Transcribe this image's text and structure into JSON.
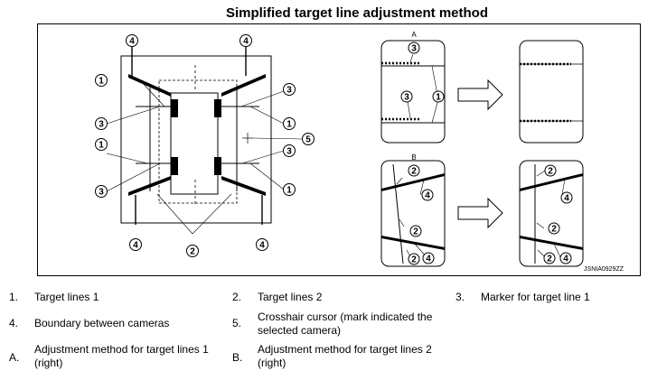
{
  "title": "Simplified target line adjustment method",
  "figure": {
    "id": "JSNIA0929ZZ",
    "panel_a_label": "A",
    "panel_b_label": "B",
    "callouts": {
      "n1": "1",
      "n2": "2",
      "n3": "3",
      "n4": "4",
      "n5": "5"
    }
  },
  "legend": [
    {
      "num": "1.",
      "text": "Target lines 1"
    },
    {
      "num": "2.",
      "text": "Target lines 2"
    },
    {
      "num": "3.",
      "text": "Marker for target line 1"
    },
    {
      "num": "4.",
      "text": "Boundary between cameras"
    },
    {
      "num": "5.",
      "text": "Crosshair cursor (mark indicated the selected camera)"
    },
    {
      "num": "A.",
      "text": "Adjustment method for target lines 1 (right)"
    },
    {
      "num": "B.",
      "text": "Adjustment method for target lines 2 (right)"
    }
  ]
}
